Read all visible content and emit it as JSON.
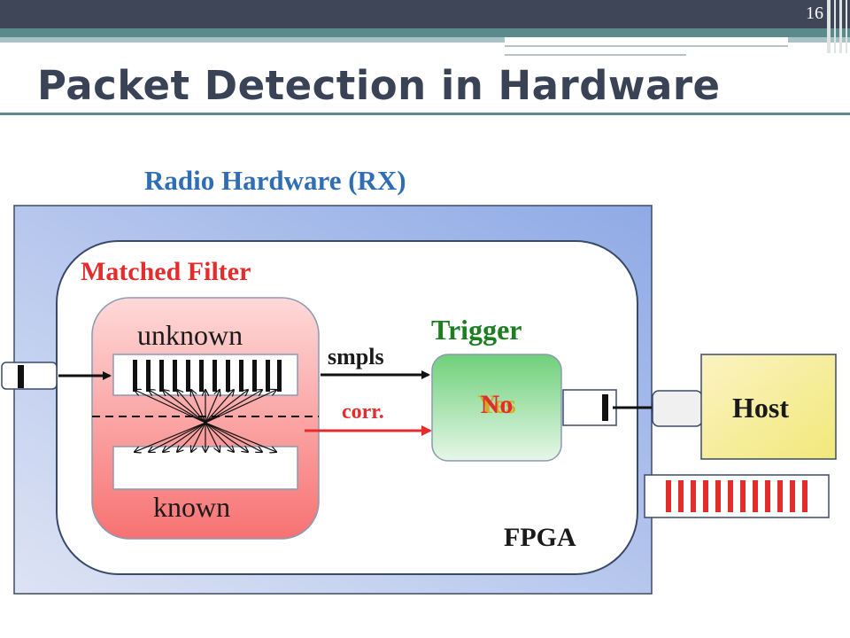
{
  "slide": {
    "number": "16",
    "title": "Packet Detection in Hardware"
  },
  "diagram": {
    "radio_label": "Radio Hardware (RX)",
    "fpga_label": "FPGA",
    "matched_filter": {
      "label": "Matched Filter",
      "unknown_label": "unknown",
      "known_label": "known"
    },
    "trigger": {
      "label": "Trigger",
      "state_text": "No",
      "overlapping_text": "Yes"
    },
    "host_label": "Host",
    "signals": {
      "samples_label": "smpls",
      "correlation_label": "corr."
    },
    "colors": {
      "red": "#e32d2d",
      "green": "#1c7d21",
      "blue": "#2f6db4",
      "title": "#3a4256",
      "teal": "#5b8a8c"
    }
  }
}
